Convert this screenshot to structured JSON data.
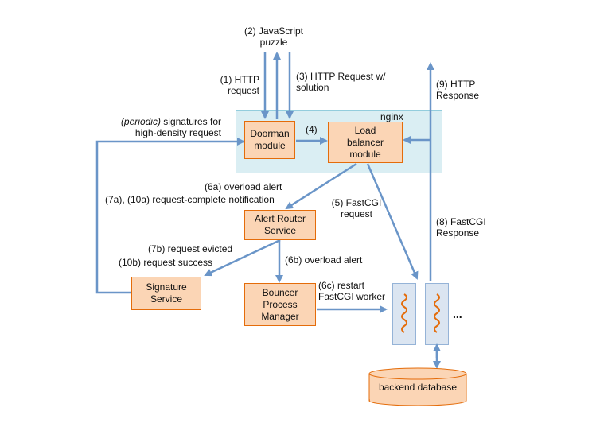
{
  "components": {
    "nginx": "nginx",
    "doorman": "Doorman\nmodule",
    "load_balancer": "Load\nbalancer\nmodule",
    "alert_router": "Alert Router\nService",
    "signature": "Signature\nService",
    "bouncer": "Bouncer\nProcess\nManager",
    "database": "backend database",
    "ellipsis": "..."
  },
  "labels": {
    "js_puzzle": "(2) JavaScript\npuzzle",
    "http_request": "(1) HTTP\nrequest",
    "http_request_solution": "(3) HTTP Request w/\nsolution",
    "http_response": "(9) HTTP\nResponse",
    "periodic_prefix": "(periodic)",
    "periodic_line1_rest": " signatures for",
    "periodic_line2": "high-density request",
    "step4": "(4)",
    "overload_alert_6a": "(6a) overload alert",
    "request_complete": "(7a), (10a) request-complete notification",
    "fastcgi_request": "(5) FastCGI\nrequest",
    "fastcgi_response": "(8) FastCGI\nResponse",
    "request_evicted": "(7b) request evicted",
    "request_success": "(10b) request success",
    "overload_alert_6b": "(6b) overload alert",
    "restart_worker": "(6c) restart\nFastCGI worker"
  },
  "colors": {
    "arrow": "#6a95c8",
    "box_fill": "#fbd5b5",
    "box_border": "#e46c0a",
    "nginx_fill": "#daeef3",
    "worker_fill": "#dbe5f1",
    "squiggle": "#e46c0a"
  }
}
